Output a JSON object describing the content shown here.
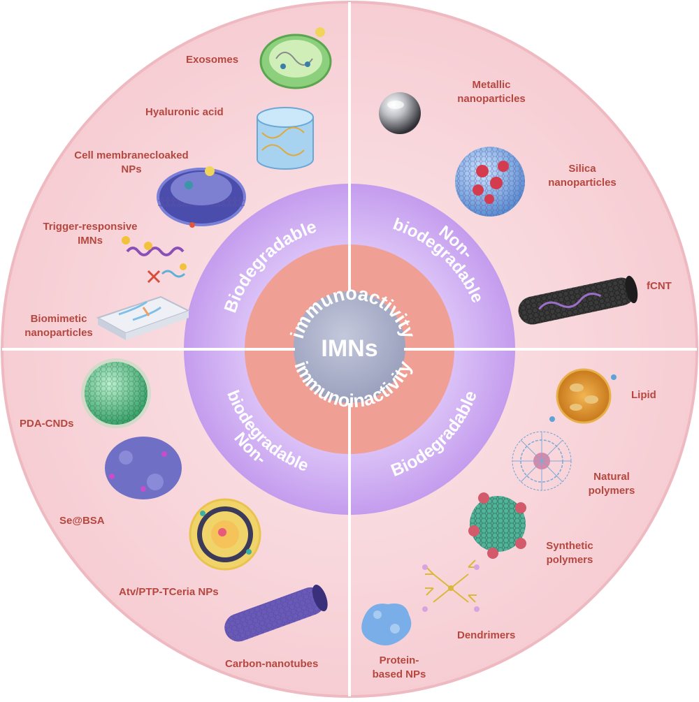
{
  "center": {
    "title": "IMNs"
  },
  "rings": {
    "inner_top": "immunoactivity",
    "inner_bottom": "immunoinactivity",
    "mid_top_left": "Biodegradable",
    "mid_top_right_line1": "Non-",
    "mid_top_right_line2": "biodegradable",
    "mid_bottom_left_line1": "Non-",
    "mid_bottom_left_line2": "biodegradable",
    "mid_bottom_right": "Biodegradable"
  },
  "labels": {
    "exosomes": "Exosomes",
    "hyaluronic_acid": "Hyaluronic acid",
    "cell_membrane_1": "Cell membranecloaked",
    "cell_membrane_2": "NPs",
    "trigger_1": "Trigger-responsive",
    "trigger_2": "IMNs",
    "biomimetic_1": "Biomimetic",
    "biomimetic_2": "nanoparticles",
    "metallic_1": "Metallic",
    "metallic_2": "nanoparticles",
    "silica_1": "Silica",
    "silica_2": "nanoparticles",
    "fcnt": "fCNT",
    "pda_cnds": "PDA-CNDs",
    "se_bsa": "Se@BSA",
    "atv": "Atv/PTP-TCeria NPs",
    "carbon_nanotubes": "Carbon-nanotubes",
    "lipid": "Lipid",
    "natural_1": "Natural",
    "natural_2": "polymers",
    "synthetic_1": "Synthetic",
    "synthetic_2": "polymers",
    "dendrimers": "Dendrimers",
    "protein_1": "Protein-",
    "protein_2": "based NPs"
  },
  "colors": {
    "outer_ring": "#f8d8dc",
    "middle_ring": "#c9a4f0",
    "inner_ring": "#ef9f94",
    "core": "#a6acc8",
    "label_text": "#b5473f"
  }
}
